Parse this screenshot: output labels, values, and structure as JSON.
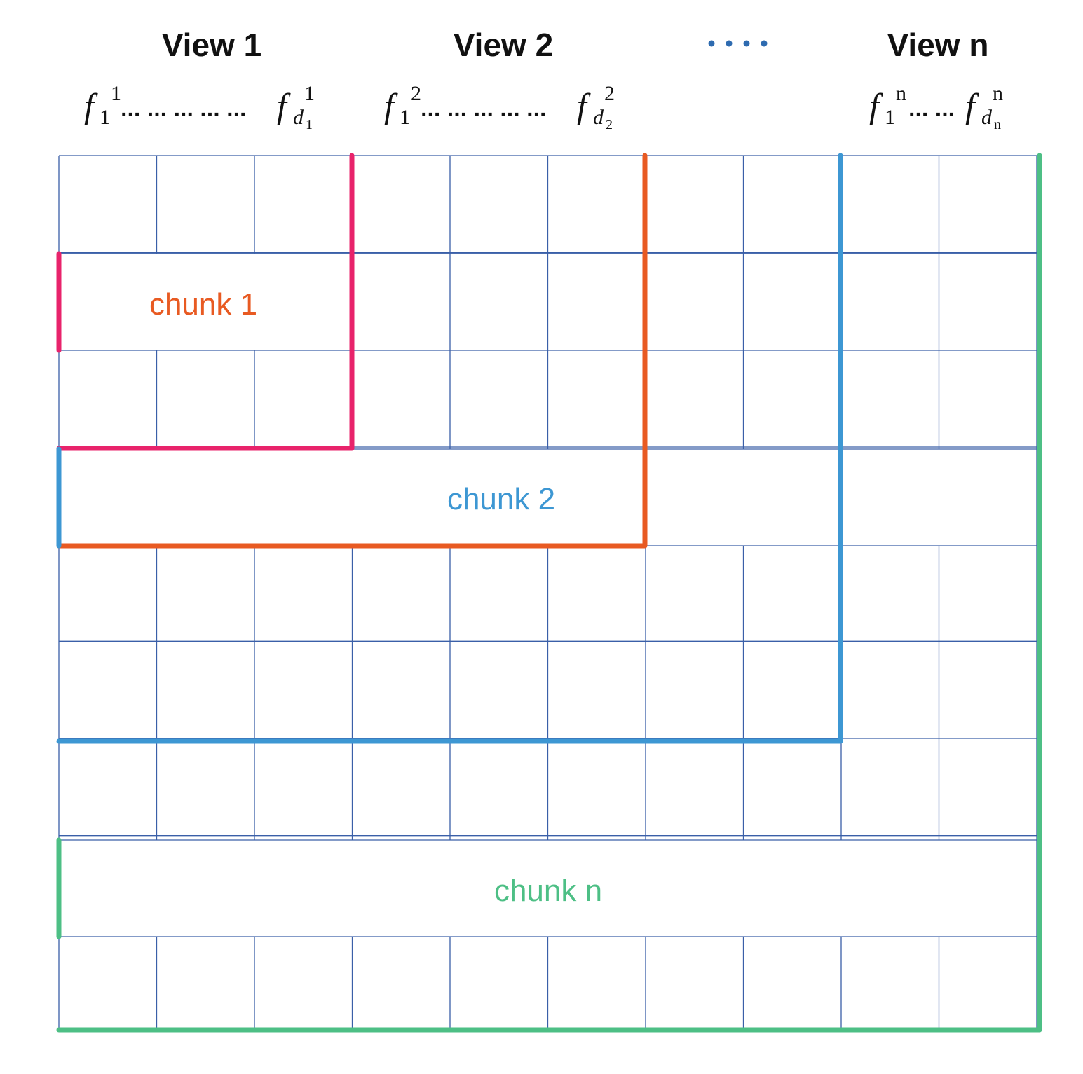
{
  "header": {
    "views": [
      {
        "title": "View 1",
        "first_sup": "1",
        "last_sub": "1",
        "last_sup": "1"
      },
      {
        "title": "View 2",
        "first_sup": "2",
        "last_sub": "2",
        "last_sup": "2"
      },
      {
        "title": "View n",
        "first_sup": "n",
        "last_sub": "n",
        "last_sup": "n"
      }
    ],
    "feature_symbol": "f",
    "first_sub": "1",
    "subscript_symbol": "d",
    "long_dots": "... ... ... ... ...",
    "short_dots": "... ...",
    "ellipsis_color": "#2e6bb0"
  },
  "grid": {
    "rows": 9,
    "cols": 10,
    "line_color": "#3a5fa8"
  },
  "chunks": [
    {
      "label": "chunk 1",
      "label_color": "#e85a22",
      "border_color": "#e8236b"
    },
    {
      "label": "chunk 2",
      "label_color": "#3d97d3",
      "border_color": "#e85a22"
    },
    {
      "label": "chunk n",
      "label_color": "#4dbf85",
      "border_color": "#3d97d3"
    }
  ],
  "final_border_color": "#4dbf85"
}
